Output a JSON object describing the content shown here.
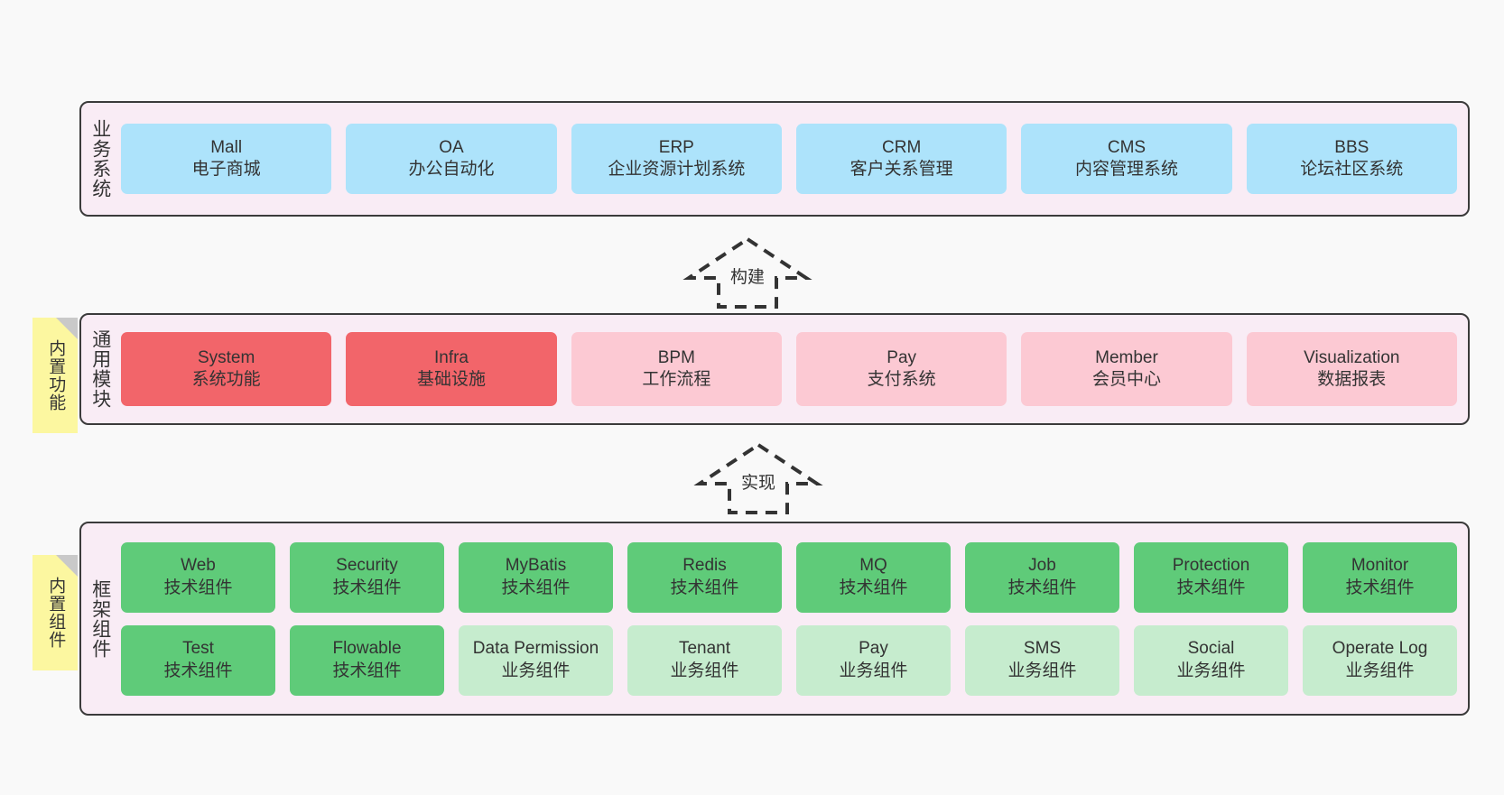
{
  "canvas": {
    "background": "#f9f9f9"
  },
  "palette": {
    "panel_bg": "#f9ecf5",
    "panel_border": "#3b3b3b",
    "business": "#ade3fb",
    "module_core": "#f2656a",
    "module_plain": "#fcc9d3",
    "tech_component": "#5fcb79",
    "biz_component": "#c6ecce",
    "note": "#fcf7a0",
    "note_fold": "#c9c9c9"
  },
  "layers": [
    {
      "id": "business-system",
      "title": "业务系统",
      "rows": [
        [
          {
            "en": "Mall",
            "cn": "电子商城",
            "style": "blue"
          },
          {
            "en": "OA",
            "cn": "办公自动化",
            "style": "blue"
          },
          {
            "en": "ERP",
            "cn": "企业资源计划系统",
            "style": "blue"
          },
          {
            "en": "CRM",
            "cn": "客户关系管理",
            "style": "blue"
          },
          {
            "en": "CMS",
            "cn": "内容管理系统",
            "style": "blue"
          },
          {
            "en": "BBS",
            "cn": "论坛社区系统",
            "style": "blue"
          }
        ]
      ]
    },
    {
      "id": "generic-modules",
      "title": "通用模块",
      "note": "内置功能",
      "rows": [
        [
          {
            "en": "System",
            "cn": "系统功能",
            "style": "red"
          },
          {
            "en": "Infra",
            "cn": "基础设施",
            "style": "red"
          },
          {
            "en": "BPM",
            "cn": "工作流程",
            "style": "pink"
          },
          {
            "en": "Pay",
            "cn": "支付系统",
            "style": "pink"
          },
          {
            "en": "Member",
            "cn": "会员中心",
            "style": "pink"
          },
          {
            "en": "Visualization",
            "cn": "数据报表",
            "style": "pink"
          }
        ]
      ]
    },
    {
      "id": "framework-components",
      "title": "框架组件",
      "note": "内置组件",
      "rows": [
        [
          {
            "en": "Web",
            "cn": "技术组件",
            "style": "green"
          },
          {
            "en": "Security",
            "cn": "技术组件",
            "style": "green"
          },
          {
            "en": "MyBatis",
            "cn": "技术组件",
            "style": "green"
          },
          {
            "en": "Redis",
            "cn": "技术组件",
            "style": "green"
          },
          {
            "en": "MQ",
            "cn": "技术组件",
            "style": "green"
          },
          {
            "en": "Job",
            "cn": "技术组件",
            "style": "green"
          },
          {
            "en": "Protection",
            "cn": "技术组件",
            "style": "green"
          },
          {
            "en": "Monitor",
            "cn": "技术组件",
            "style": "green"
          }
        ],
        [
          {
            "en": "Test",
            "cn": "技术组件",
            "style": "green"
          },
          {
            "en": "Flowable",
            "cn": "技术组件",
            "style": "green"
          },
          {
            "en": "Data Permission",
            "cn": "业务组件",
            "style": "lightgreen"
          },
          {
            "en": "Tenant",
            "cn": "业务组件",
            "style": "lightgreen"
          },
          {
            "en": "Pay",
            "cn": "业务组件",
            "style": "lightgreen"
          },
          {
            "en": "SMS",
            "cn": "业务组件",
            "style": "lightgreen"
          },
          {
            "en": "Social",
            "cn": "业务组件",
            "style": "lightgreen"
          },
          {
            "en": "Operate Log",
            "cn": "业务组件",
            "style": "lightgreen"
          }
        ]
      ]
    }
  ],
  "arrows": [
    {
      "id": "build",
      "label": "构建"
    },
    {
      "id": "implement",
      "label": "实现"
    }
  ]
}
